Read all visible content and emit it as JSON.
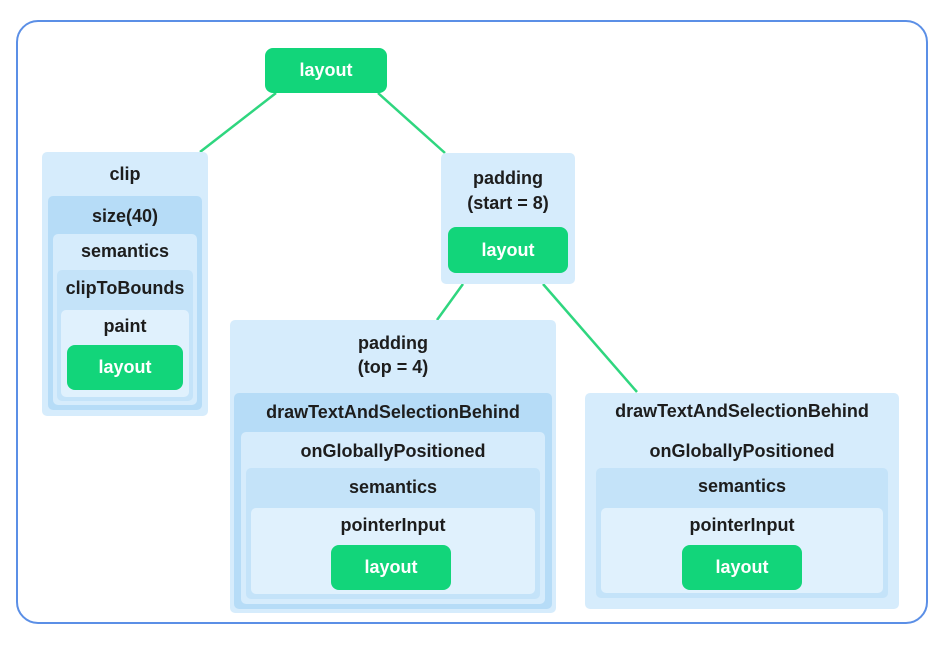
{
  "root": {
    "label": "layout"
  },
  "left": {
    "clip": "clip",
    "size": "size(40)",
    "semantics": "semantics",
    "clipToBounds": "clipToBounds",
    "paint": "paint",
    "layout": "layout"
  },
  "right_mid": {
    "padding_line1": "padding",
    "padding_line2": "(start = 8)",
    "layout": "layout"
  },
  "bottom_left": {
    "padding_line1": "padding",
    "padding_line2": "(top = 4)",
    "draw": "drawTextAndSelectionBehind",
    "onGloballyPositioned": "onGloballyPositioned",
    "semantics": "semantics",
    "pointerInput": "pointerInput",
    "layout": "layout"
  },
  "bottom_right": {
    "draw": "drawTextAndSelectionBehind",
    "onGloballyPositioned": "onGloballyPositioned",
    "semantics": "semantics",
    "pointerInput": "pointerInput",
    "layout": "layout"
  },
  "colors": {
    "node_green": "#12d57a",
    "edge_green": "#2fd67f",
    "frame_blue": "#5b8fe6"
  }
}
